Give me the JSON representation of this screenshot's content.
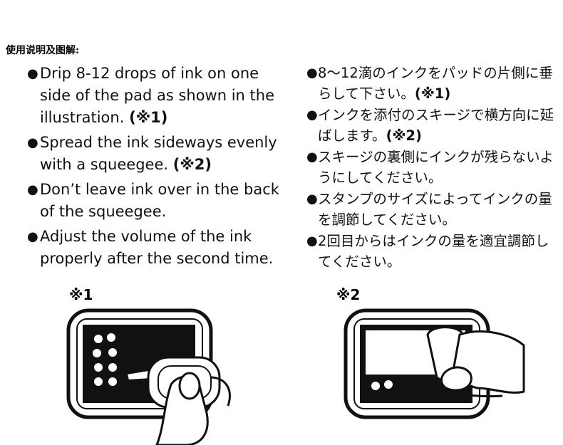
{
  "header": {
    "title": "使用说明及图解:"
  },
  "english": {
    "items": [
      {
        "text": "Drip 8-12 drops of ink on one side of the pad as shown in the illustration.",
        "mark": "(※1)"
      },
      {
        "text": "Spread the ink sideways evenly with a squeegee.",
        "mark": "(※2)"
      },
      {
        "text": "Don’t leave ink over in the back of the squeegee.",
        "mark": ""
      },
      {
        "text": "Adjust the volume of the ink properly after the second time.",
        "mark": ""
      }
    ]
  },
  "japanese": {
    "items": [
      {
        "text": "8～12滴のインクをパッドの片側に垂らして下さい。",
        "mark": "(※1)"
      },
      {
        "text": "インクを添付のスキージで横方向に延ばします。",
        "mark": "(※2)"
      },
      {
        "text": "スキージの裏側にインクが残らないようにしてください。",
        "mark": ""
      },
      {
        "text": "スタンプのサイズによってインクの量を調節してください。",
        "mark": ""
      },
      {
        "text": "2回目からはインクの量を適宜調節してください。",
        "mark": ""
      }
    ]
  },
  "figures": {
    "fig1": {
      "label": "※1"
    },
    "fig2": {
      "label": "※2"
    }
  },
  "colors": {
    "ink": "#111111",
    "background": "#ffffff"
  }
}
